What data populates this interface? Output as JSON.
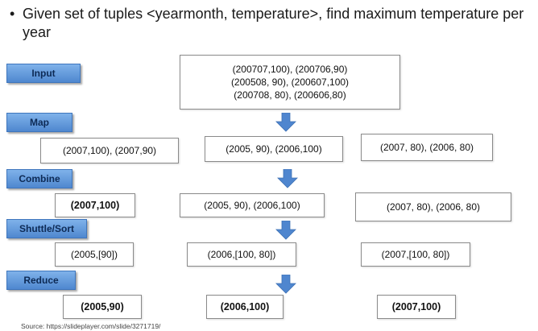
{
  "heading": {
    "bullet": "•",
    "text": "Given set of tuples <yearmonth, temperature>, find maximum temperature per year"
  },
  "stages": {
    "input": "Input",
    "map": "Map",
    "combine": "Combine",
    "shuffle": "Shuttle/Sort",
    "reduce": "Reduce"
  },
  "input_box": {
    "lines": [
      "(200707,100), (200706,90)",
      "(200508, 90), (200607,100)",
      "(200708, 80), (200606,80)"
    ]
  },
  "map_outputs": [
    "(2007,100), (2007,90)",
    "(2005, 90), (2006,100)",
    "(2007, 80), (2006, 80)"
  ],
  "combine_outputs": [
    "(2007,100)",
    "(2005, 90), (2006,100)",
    "(2007, 80), (2006, 80)"
  ],
  "shuffle_outputs": [
    "(2005,[90])",
    "(2006,[100, 80])",
    "(2007,[100, 80])"
  ],
  "reduce_outputs": [
    "(2005,90)",
    "(2006,100)",
    "(2007,100)"
  ],
  "source": "Source: https://slideplayer.com/slide/3271719/",
  "colors": {
    "stage_fill": "#5b93d8",
    "arrow_fill": "#4f86cf"
  }
}
